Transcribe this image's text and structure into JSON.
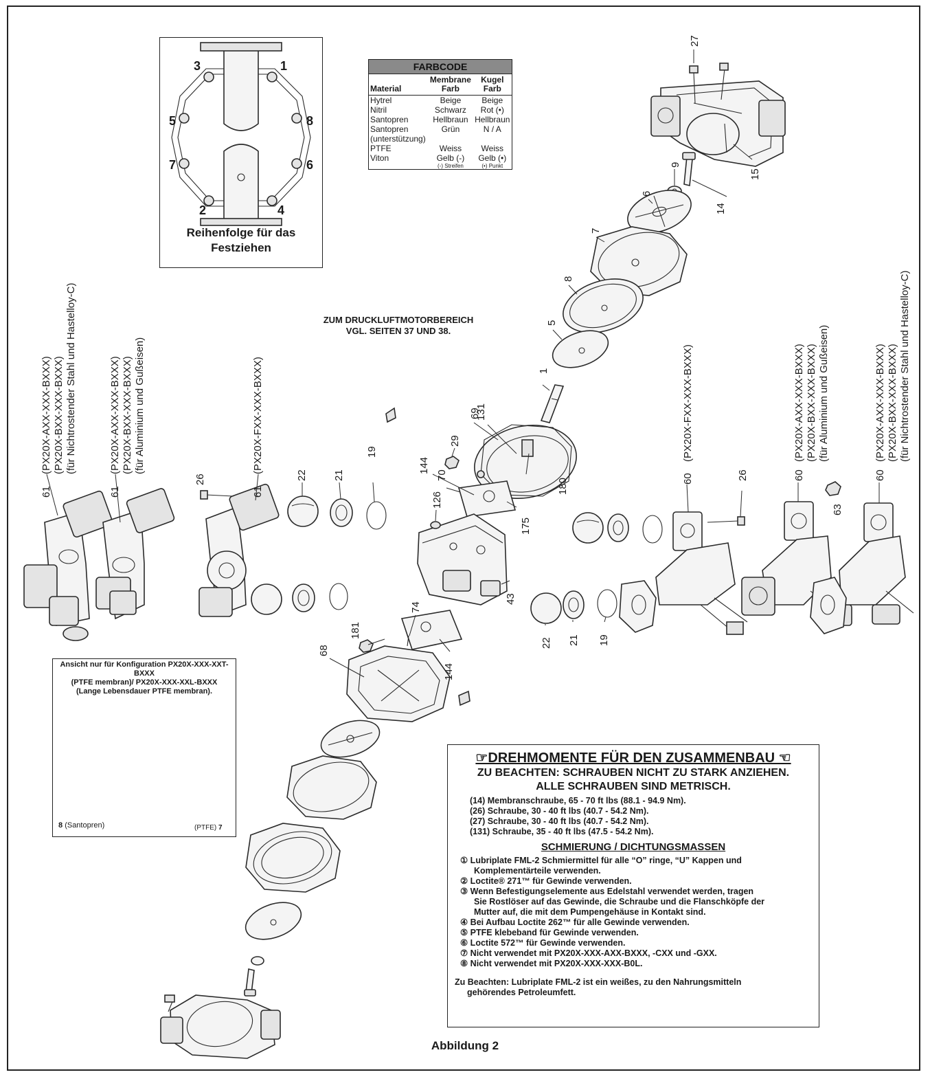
{
  "figure_caption": "Abbildung 2",
  "air_motor_note": {
    "line1": "ZUM DRUCKLUFTMOTORBEREICH",
    "line2": "VGL. SEITEN 37 UND 38."
  },
  "tightening_sequence": {
    "caption_line1": "Reihenfolge für das",
    "caption_line2": "Festziehen",
    "numbers": [
      "3",
      "1",
      "5",
      "8",
      "7",
      "6",
      "2",
      "4"
    ]
  },
  "color_code": {
    "title": "FARBCODE",
    "headers": {
      "material": "Material",
      "membrane_l1": "Membrane",
      "membrane_l2": "Farb",
      "ball_l1": "Kugel",
      "ball_l2": "Farb"
    },
    "rows": [
      {
        "material": "Hytrel",
        "membrane": "Beige",
        "ball": "Beige"
      },
      {
        "material": "Nitril",
        "membrane": "Schwarz",
        "ball": "Rot (•)"
      },
      {
        "material": "Santopren",
        "membrane": "Hellbraun",
        "ball": "Hellbraun"
      },
      {
        "material": "Santopren",
        "membrane": "Grün",
        "ball": "N / A"
      },
      {
        "material": "(unterstützung)",
        "membrane": "",
        "ball": ""
      },
      {
        "material": "PTFE",
        "membrane": "Weiss",
        "ball": "Weiss"
      },
      {
        "material": "Viton",
        "membrane": "Gelb (-)",
        "ball": "Gelb (•)"
      }
    ],
    "footnote_stripes": "(-) Streifen",
    "footnote_dot": "(•) Punkt"
  },
  "inset": {
    "caption_l1": "Ansicht nur für Konfiguration PX20X-XXX-XXT-BXXX",
    "caption_l2": "(PTFE membran)/ PX20X-XXX-XXL-BXXX",
    "caption_l3": "(Lange Lebensdauer PTFE membran).",
    "left_num": "8",
    "left_text": "(Santopren)",
    "right_text": "(PTFE)",
    "right_num": "7"
  },
  "torque": {
    "title": "☞DREHMOMENTE FÜR DEN ZUSAMMENBAU ☜",
    "warn1": "ZU BEACHTEN: SCHRAUBEN NICHT ZU STARK ANZIEHEN.",
    "warn2": "ALLE SCHRAUBEN SIND METRISCH.",
    "items": [
      "(14) Membranschraube, 65 - 70 ft lbs (88.1 - 94.9 Nm).",
      "(26) Schraube, 30 - 40 ft lbs (40.7 - 54.2 Nm).",
      "(27) Schraube, 30 - 40 ft lbs (40.7 - 54.2 Nm).",
      "(131) Schraube, 35 - 40 ft lbs (47.5 - 54.2 Nm)."
    ],
    "lube_title": "SCHMIERUNG / DICHTUNGSMASSEN",
    "lube": [
      {
        "l1": "① Lubriplate FML-2 Schmiermittel für alle “O” ringe, “U” Kappen und",
        "l2": "Komplementärteile verwenden."
      },
      {
        "l1": "② Loctite® 271™ für Gewinde verwenden.",
        "l2": ""
      },
      {
        "l1": "③ Wenn Befestigungselemente aus Edelstahl verwendet werden, tragen",
        "l2": "Sie Rostlöser auf das Gewinde, die Schraube und die Flanschköpfe der"
      },
      {
        "l1": "",
        "l2": "Mutter auf, die mit dem Pumpengehäuse in Kontakt sind."
      },
      {
        "l1": "④ Bei Aufbau Loctite 262™ für alle Gewinde verwenden.",
        "l2": ""
      },
      {
        "l1": "⑤ PTFE klebeband für Gewinde verwenden.",
        "l2": ""
      },
      {
        "l1": "⑥ Loctite 572™ für Gewinde verwenden.",
        "l2": ""
      },
      {
        "l1": "⑦ Nicht verwendet mit PX20X-XXX-AXX-BXXX, -CXX und -GXX.",
        "l2": ""
      },
      {
        "l1": "⑧ Nicht verwendet mit PX20X-XXX-XXX-B0L.",
        "l2": ""
      }
    ],
    "note_l1": "Zu Beachten: Lubriplate FML-2 ist ein weißes, zu den Nahrungsmitteln",
    "note_l2": "gehörendes Petroleumfett."
  },
  "vertical_labels": {
    "left_ss_1": "(PX20X-AXX-XXX-BXXX)",
    "left_ss_2": "(PX20X-BXX-XXX-BXXX)",
    "left_ss_3": "(für Nichtrostender Stahl und Hastelloy-C)",
    "left_al_1": "(PX20X-AXX-XXX-BXXX)",
    "left_al_2": "(PX20X-BXX-XXX-BXXX)",
    "left_al_3": "(für Aluminium und Gußeisen)",
    "left_f": "(PX20X-FXX-XXX-BXXX)",
    "right_f": "(PX20X-FXX-XXX-BXXX)",
    "right_al_1": "(PX20X-AXX-XXX-BXXX)",
    "right_al_2": "(PX20X-BXX-XXX-BXXX)",
    "right_al_3": "(für Aluminium und Gußeisen)",
    "right_ss_1": "(PX20X-AXX-XXX-BXXX)",
    "right_ss_2": "(PX20X-BXX-XXX-BXXX)",
    "right_ss_3": "(für Nichtrostender Stahl und Hastelloy-C)"
  },
  "callouts": {
    "c27": "27",
    "c15": "15",
    "c14": "14",
    "c9": "9",
    "c6": "6",
    "c7": "7",
    "c8": "8",
    "c5": "5",
    "c1": "1",
    "c131": "131",
    "c69": "69",
    "c29": "29",
    "c180": "180",
    "c144a": "144",
    "c70": "70",
    "c175": "175",
    "c126": "126",
    "c43": "43",
    "c74": "74",
    "c181": "181",
    "c68": "68",
    "c144b": "144",
    "c61a": "61",
    "c61b": "61",
    "c61c": "61",
    "c26a": "26",
    "c22a": "22",
    "c21a": "21",
    "c19a": "19",
    "c60a": "60",
    "c26b": "26",
    "c60b": "60",
    "c63": "63",
    "c60c": "60",
    "c22b": "22",
    "c21b": "21",
    "c19b": "19"
  }
}
